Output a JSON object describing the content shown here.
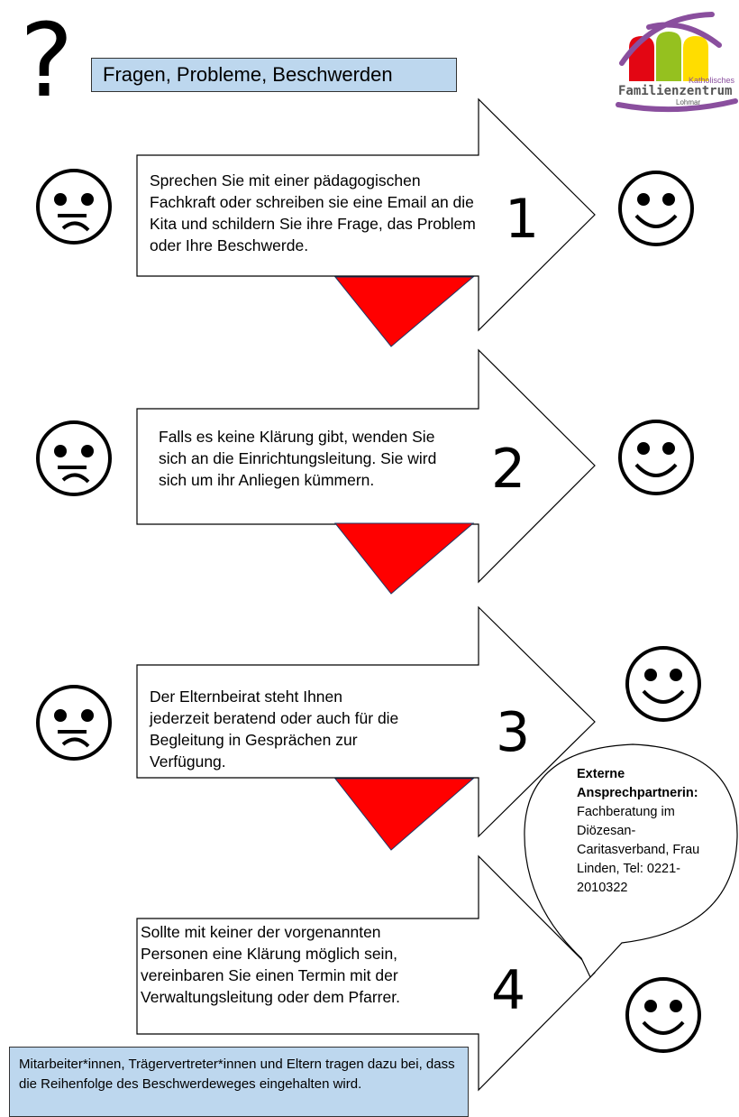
{
  "header": {
    "symbol": "?",
    "title": "Fragen, Probleme, Beschwerden"
  },
  "logo": {
    "line1": "Katholisches",
    "line2": "Familienzentrum",
    "line3": "Lohmar",
    "colors": {
      "red": "#e30613",
      "green": "#95c11f",
      "yellow": "#ffdd00",
      "arc": "#8a4f9e"
    }
  },
  "steps": [
    {
      "number": "1",
      "text": "Sprechen Sie mit einer pädagogischen Fachkraft oder schreiben sie eine Email an die Kita und schildern Sie ihre Frage, das Problem oder Ihre Beschwerde."
    },
    {
      "number": "2",
      "text": "Falls es keine Klärung gibt, wenden Sie sich an die Einrichtungsleitung. Sie wird sich um ihr Anliegen kümmern."
    },
    {
      "number": "3",
      "text": "Der Elternbeirat steht Ihnen jederzeit beratend oder auch für die Begleitung in Gesprächen zur Verfügung."
    },
    {
      "number": "4",
      "text": "Sollte mit keiner der vorgenannten Personen eine Klärung möglich sein, vereinbaren Sie einen Termin mit der Verwaltungsleitung oder dem Pfarrer."
    }
  ],
  "bubble": {
    "heading": "Externe Ansprechpartnerin:",
    "body": "Fachberatung im Diözesan-Caritasverband, Frau Linden, Tel: 0221-2010322"
  },
  "footer": {
    "text": "Mitarbeiter*innen, Trägervertreter*innen und Eltern tragen dazu bei, dass die Reihenfolge des Beschwerdeweges eingehalten wird."
  },
  "colors": {
    "triangle": "#ff0000",
    "box": "#bdd7ee"
  }
}
